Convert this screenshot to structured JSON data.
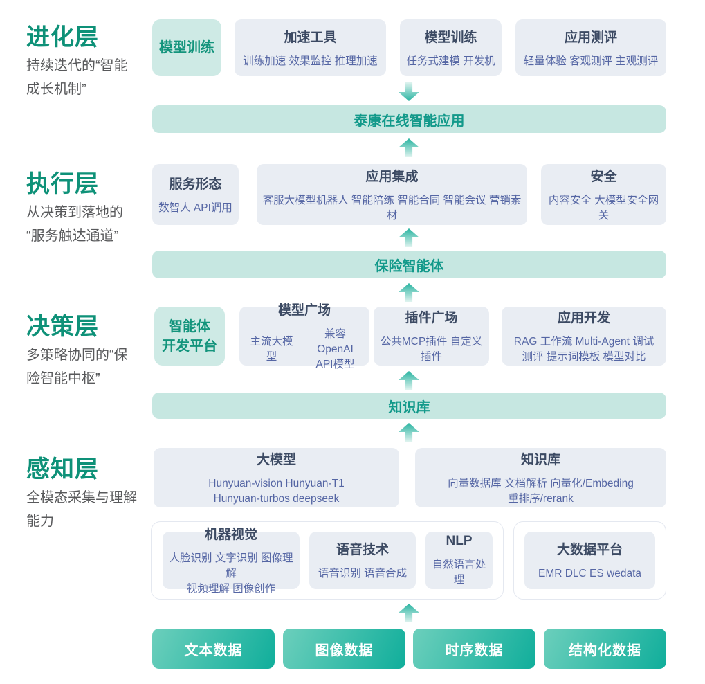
{
  "palette": {
    "layer_title_green": "#0E9178",
    "layer_sub_gray": "#58595B",
    "gray_box_bg": "#E9EDF3",
    "box_title": "#3C4A63",
    "box_sub": "#5566A4",
    "teal_highlight_bg": "#CEEAE5",
    "teal_highlight_text": "#13947C",
    "band_bg": "#C6E7E1",
    "band_text": "#12998A",
    "button_gradient_start": "#6CCFBC",
    "button_gradient_end": "#10AE9B",
    "arrow_teal": "#29B4A1"
  },
  "layer_labels": [
    {
      "title": "进化层",
      "subtitle": "持续迭代的“智能\n成长机制”"
    },
    {
      "title": "执行层",
      "subtitle": "从决策到落地的\n“服务触达通道”"
    },
    {
      "title": "决策层",
      "subtitle": "多策略协同的“保\n险智能中枢”"
    },
    {
      "title": "感知层",
      "subtitle": "全模态采集与理解\n能力"
    }
  ],
  "evolution_row": {
    "highlight": {
      "label": "模型训练"
    },
    "boxes": [
      {
        "title": "加速工具",
        "sub": "训练加速 效果监控 推理加速"
      },
      {
        "title": "模型训练",
        "sub": "任务式建模 开发机"
      },
      {
        "title": "应用测评",
        "sub": "轻量体验 客观测评 主观测评"
      }
    ]
  },
  "band_app": "泰康在线智能应用",
  "execution_row": {
    "boxes": [
      {
        "title": "服务形态",
        "sub": "数智人 API调用"
      },
      {
        "title": "应用集成",
        "sub": "客服大模型机器人 智能陪练 智能合同 智能会议 营销素材"
      },
      {
        "title": "安全",
        "sub": "内容安全 大模型安全网关"
      }
    ]
  },
  "band_agent": "保险智能体",
  "decision_row": {
    "highlight": {
      "label": "智能体\n开发平台"
    },
    "model_square": {
      "title": "模型广场",
      "sub_parts": [
        "主流大模型",
        "兼容OpenAI\nAPI模型"
      ]
    },
    "plugin_square": {
      "title": "插件广场",
      "sub": "公共MCP插件 自定义插件"
    },
    "app_dev": {
      "title": "应用开发",
      "sub": "RAG 工作流 Multi-Agent 调试\n测评 提示词模板 模型对比"
    }
  },
  "band_kb": "知识库",
  "perception_row": {
    "boxes": [
      {
        "title": "大模型",
        "sub": "Hunyuan-vision Hunyuan-T1\nHunyuan-turbos deepseek"
      },
      {
        "title": "知识库",
        "sub": "向量数据库 文档解析 向量化/Embeding\n重排序/rerank"
      }
    ]
  },
  "capability_group": {
    "boxes": [
      {
        "title": "机器视觉",
        "sub": "人脸识别 文字识别 图像理解\n视频理解 图像创作"
      },
      {
        "title": "语音技术",
        "sub": "语音识别 语音合成"
      },
      {
        "title": "NLP",
        "sub": "自然语言处理"
      }
    ]
  },
  "bigdata_group": {
    "box": {
      "title": "大数据平台",
      "sub": "EMR DLC ES wedata"
    }
  },
  "data_buttons": [
    "文本数据",
    "图像数据",
    "时序数据",
    "结构化数据"
  ]
}
